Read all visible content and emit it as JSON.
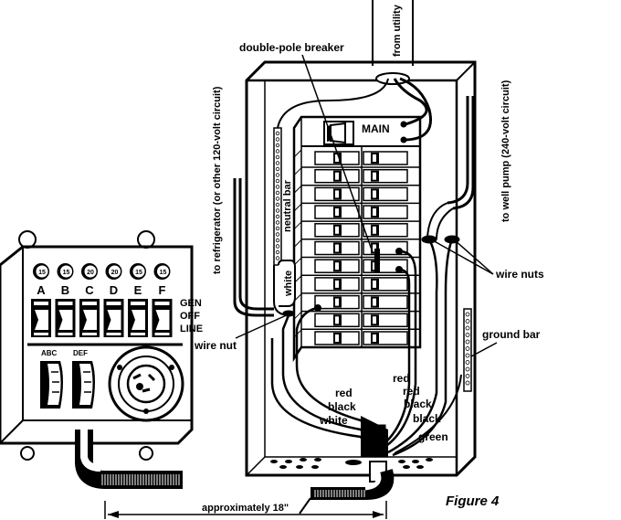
{
  "figure_title": "Figure 4",
  "colors": {
    "ink": "#000000",
    "background": "#ffffff"
  },
  "transfer_switch": {
    "breakers": [
      {
        "circuit": "A",
        "amps": "15"
      },
      {
        "circuit": "B",
        "amps": "15"
      },
      {
        "circuit": "C",
        "amps": "20"
      },
      {
        "circuit": "D",
        "amps": "20"
      },
      {
        "circuit": "E",
        "amps": "15"
      },
      {
        "circuit": "F",
        "amps": "15"
      }
    ],
    "switch_positions": [
      "GEN",
      "OFF",
      "LINE"
    ],
    "meters": [
      "ABC",
      "DEF"
    ]
  },
  "panel": {
    "main_label": "MAIN",
    "breaker_rows": 11,
    "breaker_columns": 2
  },
  "labels": {
    "double_pole_breaker": "double-pole breaker",
    "from_utility": "from utility",
    "to_well_pump": "to well pump (240-volt circuit)",
    "to_refrigerator": "to refrigerator (or other 120-volt circuit)",
    "neutral_bar": "neutral bar",
    "white_short": "white",
    "wire_nut": "wire nut",
    "wire_nuts": "wire nuts",
    "ground_bar": "ground bar",
    "dimension": "approximately 18\""
  },
  "wire_labels_left": [
    "red",
    "black",
    "white"
  ],
  "wire_labels_right": [
    "red",
    "red",
    "black",
    "black",
    "green"
  ]
}
